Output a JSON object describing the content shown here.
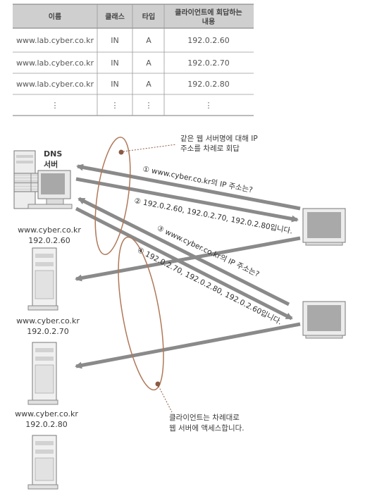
{
  "table": {
    "headers": [
      "이름",
      "클래스",
      "타입",
      "클라이언트에 회답하는",
      "내용"
    ],
    "rows": [
      [
        "www.lab.cyber.co.kr",
        "IN",
        "A",
        "192.0.2.60"
      ],
      [
        "www.lab.cyber.co.kr",
        "IN",
        "A",
        "192.0.2.70"
      ],
      [
        "www.lab.cyber.co.kr",
        "IN",
        "A",
        "192.0.2.80"
      ],
      [
        "⋮",
        "⋮",
        "⋮",
        "⋮"
      ]
    ]
  },
  "dns_server": {
    "line1": "DNS",
    "line2": "서버"
  },
  "notes": {
    "top_line1": "같은 웹 서버명에 대해 IP",
    "top_line2": "주소를 차례로 회답",
    "bottom_line1": "클라이언트는 차례대로",
    "bottom_line2": "웹 서버에 액세스합니다."
  },
  "messages": {
    "m1": "① www.cyber.co.kr의 IP 주소는?",
    "m2": "② 192.0.2.60, 192.0.2.70, 192.0.2.80입니다.",
    "m3": "③ www.cyber.co.kr의 IP 주소는?",
    "m4": "④ 192.0.2.70, 192.0.2.80, 192.0.2.60입니다."
  },
  "servers": [
    {
      "name": "www.cyber.co.kr",
      "ip": "192.0.2.60"
    },
    {
      "name": "www.cyber.co.kr",
      "ip": "192.0.2.70"
    },
    {
      "name": "www.cyber.co.kr",
      "ip": "192.0.2.80"
    }
  ],
  "colors": {
    "arrow": "#8a8a8a",
    "table_header": "#cfcfcf",
    "ellipse": "#b07858",
    "leader": "#8a5a44"
  }
}
